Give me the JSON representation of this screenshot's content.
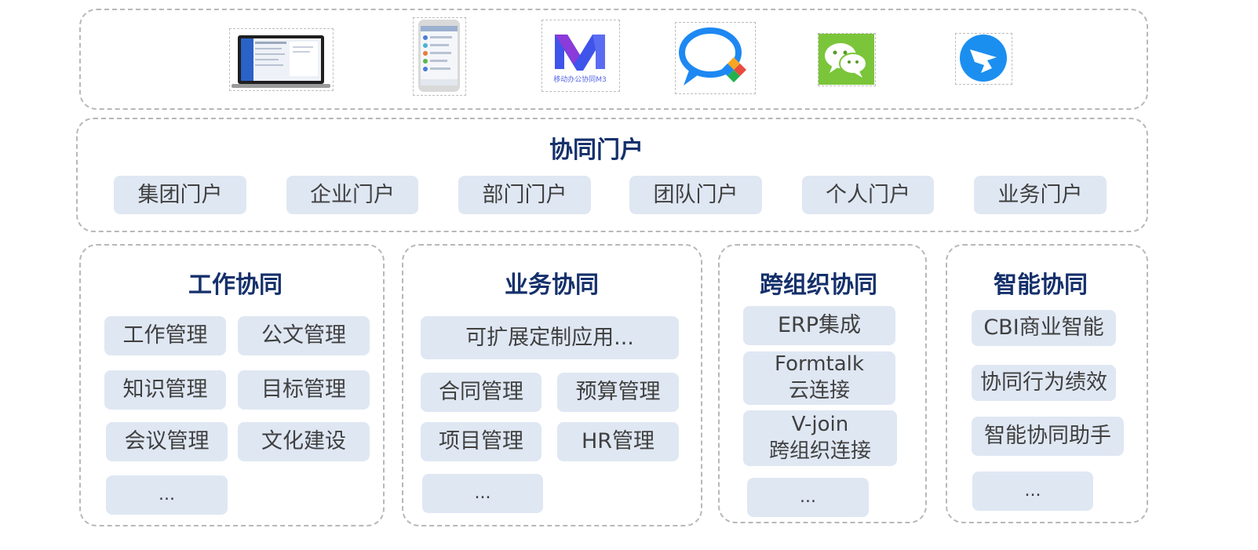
{
  "clients": {
    "items": [
      {
        "name": "laptop-client-icon"
      },
      {
        "name": "mobile-phone-client-icon"
      },
      {
        "name": "m3-mobile-app-icon",
        "label": "移动办公协同M3"
      },
      {
        "name": "dingtalk-style-chat-icon"
      },
      {
        "name": "wechat-icon"
      },
      {
        "name": "dingtalk-icon"
      }
    ],
    "colors": {
      "wechat_green": "#7bc53a",
      "dingtalk_blue": "#1b8ff0",
      "m3_blue": "#3e54ea",
      "m3_purple": "#8a3bd9"
    }
  },
  "portal": {
    "title": "协同门户",
    "items": [
      "集团门户",
      "企业门户",
      "部门门户",
      "团队门户",
      "个人门户",
      "业务门户"
    ]
  },
  "work": {
    "title": "工作协同",
    "items": [
      "工作管理",
      "公文管理",
      "知识管理",
      "目标管理",
      "会议管理",
      "文化建设",
      "..."
    ]
  },
  "business": {
    "title": "业务协同",
    "wide": "可扩展定制应用...",
    "items": [
      "合同管理",
      "预算管理",
      "项目管理",
      "HR管理",
      "..."
    ]
  },
  "crossorg": {
    "title": "跨组织协同",
    "erp": "ERP集成",
    "formtalk_1": "Formtalk",
    "formtalk_2": "云连接",
    "vjoin_1": "V-join",
    "vjoin_2": "跨组织连接",
    "more": "..."
  },
  "smart": {
    "title": "智能协同",
    "items": [
      "CBI商业智能",
      "协同行为绩效",
      "智能协同助手",
      "..."
    ]
  },
  "colors": {
    "chip_bg": "#dfe7f3",
    "title": "#15306b",
    "chip_text": "#404040",
    "border": "#b8b8b8"
  }
}
